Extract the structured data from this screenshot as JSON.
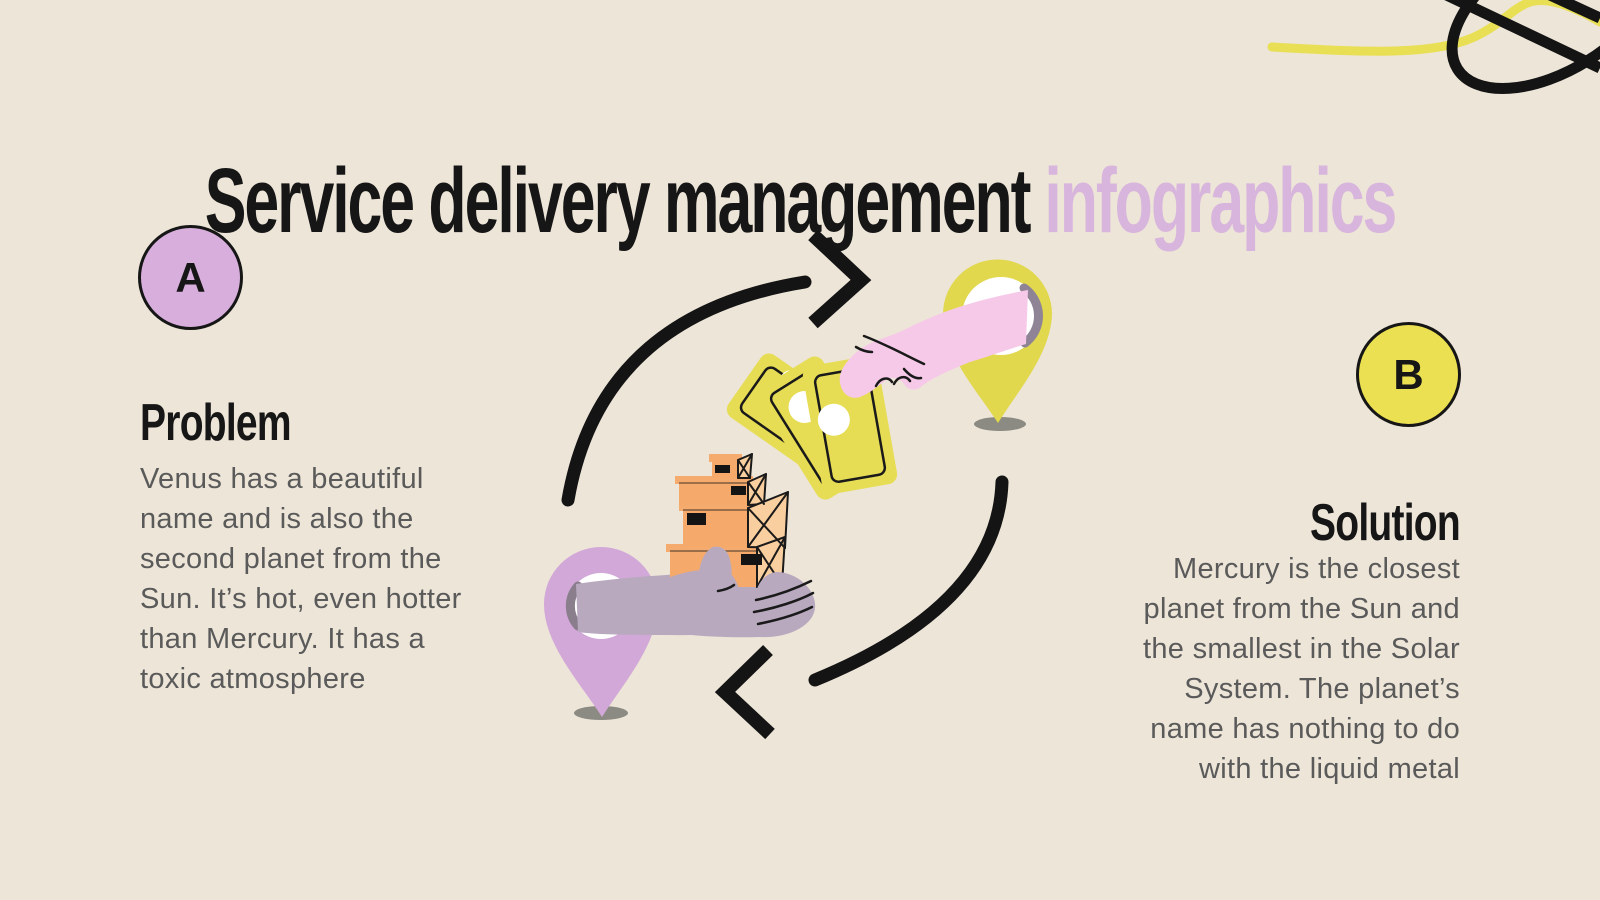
{
  "title": {
    "main": "Service delivery management",
    "accent": "infographics"
  },
  "sections": {
    "problem": {
      "badge": "A",
      "heading": "Problem",
      "body_lines": [
        "Venus has a beautiful",
        "name and is also the",
        "second planet from the",
        "Sun. It’s hot, even hotter",
        "than Mercury. It has a",
        "toxic atmosphere"
      ]
    },
    "solution": {
      "badge": "B",
      "heading": "Solution",
      "body_lines": [
        "Mercury is the closest",
        "planet from the Sun and",
        "the smallest in the Solar",
        "System. The planet’s",
        "name has nothing to do",
        "with the liquid metal"
      ]
    }
  },
  "illustration": {
    "description": "Cycle between two location pins: a pink hand giving money bills from a yellow pin, and a lavender hand giving a stack of parcel boxes from a purple pin, linked by two curved black arrows"
  },
  "colors": {
    "background": "#EDE5D8",
    "title_text": "#161616",
    "title_accent": "#D8B5DC",
    "body_text": "#5A5A5A",
    "badge_a_fill": "#D8AFDC",
    "badge_b_fill": "#EBE052",
    "pin_yellow": "#E1D84E",
    "pin_purple": "#D2A8D8",
    "money_yellow": "#E6DD55",
    "hand_pink": "#F7C9E8",
    "hand_lavender": "#B9A9BF",
    "box_orange": "#F5A96A",
    "crate_peach": "#F9CF9F",
    "arrow_black": "#141414",
    "shadow_gray": "#8B8B83"
  }
}
